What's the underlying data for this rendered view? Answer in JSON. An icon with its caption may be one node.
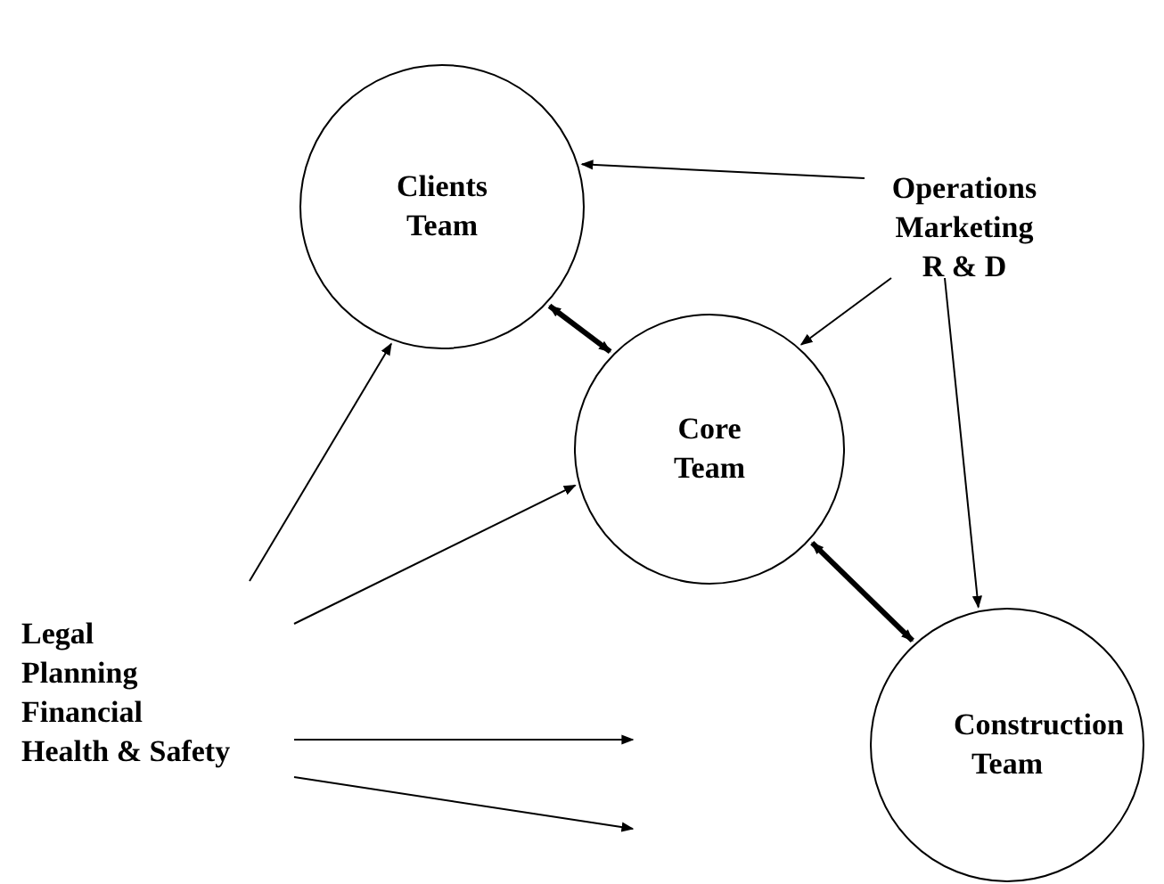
{
  "diagram": {
    "nodes": [
      {
        "text": [
          "Clients Team"
        ]
      },
      {
        "text": [
          "Operations",
          "Marketing",
          "R & D"
        ]
      },
      {
        "text": [
          "Core Team"
        ]
      },
      {
        "text": [
          "Construction Team"
        ]
      },
      {
        "text": [
          "Legal",
          "Planning",
          "Financial",
          "Health & Safety"
        ]
      }
    ],
    "edges": [
      {
        "from": 1,
        "to": 0,
        "arrow": "to"
      },
      {
        "from": 1,
        "to": 2,
        "arrow": "to"
      },
      {
        "from": 1,
        "to": 3,
        "arrow": "to"
      },
      {
        "from": 0,
        "to": 2,
        "arrow": "both",
        "style": "thick"
      },
      {
        "from": 2,
        "to": 3,
        "arrow": "both",
        "style": "thick"
      },
      {
        "from": 4,
        "to": 0,
        "arrow": "to"
      },
      {
        "from": 4,
        "to": 2,
        "arrow": "to"
      },
      {
        "from": 4,
        "to": null,
        "arrow": "to"
      },
      {
        "from": 4,
        "to": null,
        "arrow": "to"
      }
    ]
  }
}
